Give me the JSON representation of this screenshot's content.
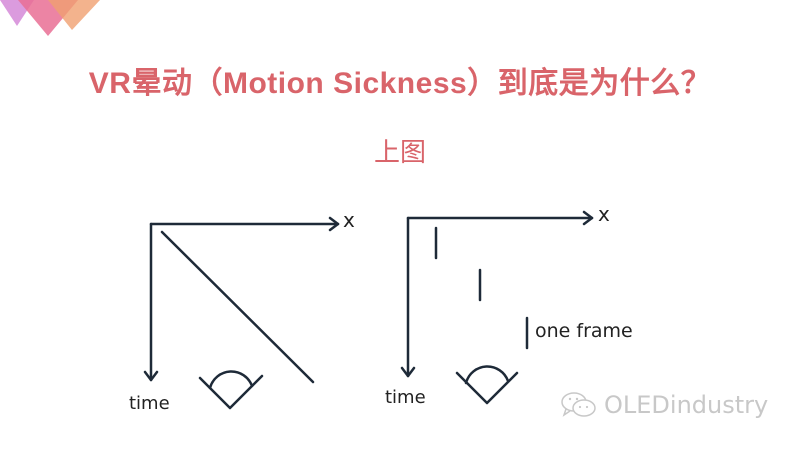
{
  "slide": {
    "title": "VR晕动（Motion Sickness）到底是为什么？",
    "subtitle": "上图",
    "accent_color": "#d9646a"
  },
  "diagrams": [
    {
      "name": "continuous-motion",
      "x_axis_label": "x",
      "y_axis_label": "time"
    },
    {
      "name": "discrete-frames",
      "x_axis_label": "x",
      "y_axis_label": "time",
      "annotation": "one frame"
    }
  ],
  "watermark": {
    "icon": "wechat-icon",
    "text": "OLEDindustry"
  }
}
